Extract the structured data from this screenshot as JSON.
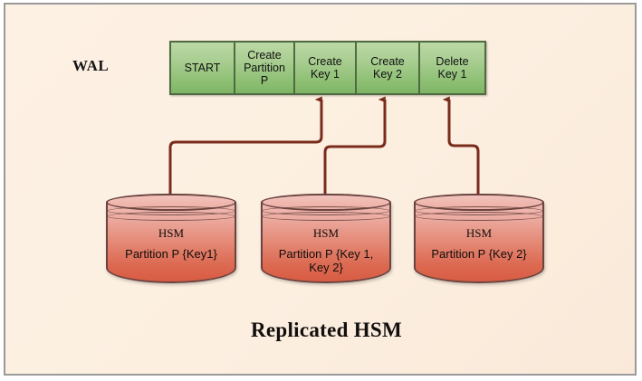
{
  "diagram": {
    "title": "Replicated HSM",
    "wal_label": "WAL",
    "background_color": "#fdf0e3",
    "border_color": "#9a9a9a"
  },
  "wal": {
    "label": "WAL",
    "box_fill_color": "#a8cd90",
    "box_border_color": "#4f6b41",
    "entries": [
      {
        "id": "start",
        "line1": "START",
        "line2": "",
        "line3": ""
      },
      {
        "id": "create-partition",
        "line1": "Create",
        "line2": "Partition",
        "line3": "P"
      },
      {
        "id": "create-key-1",
        "line1": "Create",
        "line2": "Key 1",
        "line3": ""
      },
      {
        "id": "create-key-2",
        "line1": "Create",
        "line2": "Key 2",
        "line3": ""
      },
      {
        "id": "delete-key-1",
        "line1": "Delete",
        "line2": "Key 1",
        "line3": ""
      }
    ]
  },
  "hsms": [
    {
      "id": "hsm-1",
      "name": "HSM",
      "partition": "Partition P {Key1}",
      "partition_line1": "Partition P {Key1}",
      "partition_line2": ""
    },
    {
      "id": "hsm-2",
      "name": "HSM",
      "partition": "Partition P {Key 1, Key 2}",
      "partition_line1": "Partition P {Key 1,",
      "partition_line2": "Key 2}"
    },
    {
      "id": "hsm-3",
      "name": "HSM",
      "partition": "Partition P {Key 2}",
      "partition_line1": "Partition P {Key 2}",
      "partition_line2": ""
    }
  ],
  "connectors": {
    "color": "#7a2c1c",
    "links": [
      {
        "id": "link-hsm1-create-key-1",
        "from": "hsm-1",
        "to": "create-key-1"
      },
      {
        "id": "link-hsm2-create-key-2",
        "from": "hsm-2",
        "to": "create-key-2"
      },
      {
        "id": "link-hsm3-delete-key-1",
        "from": "hsm-3",
        "to": "delete-key-1"
      }
    ]
  }
}
